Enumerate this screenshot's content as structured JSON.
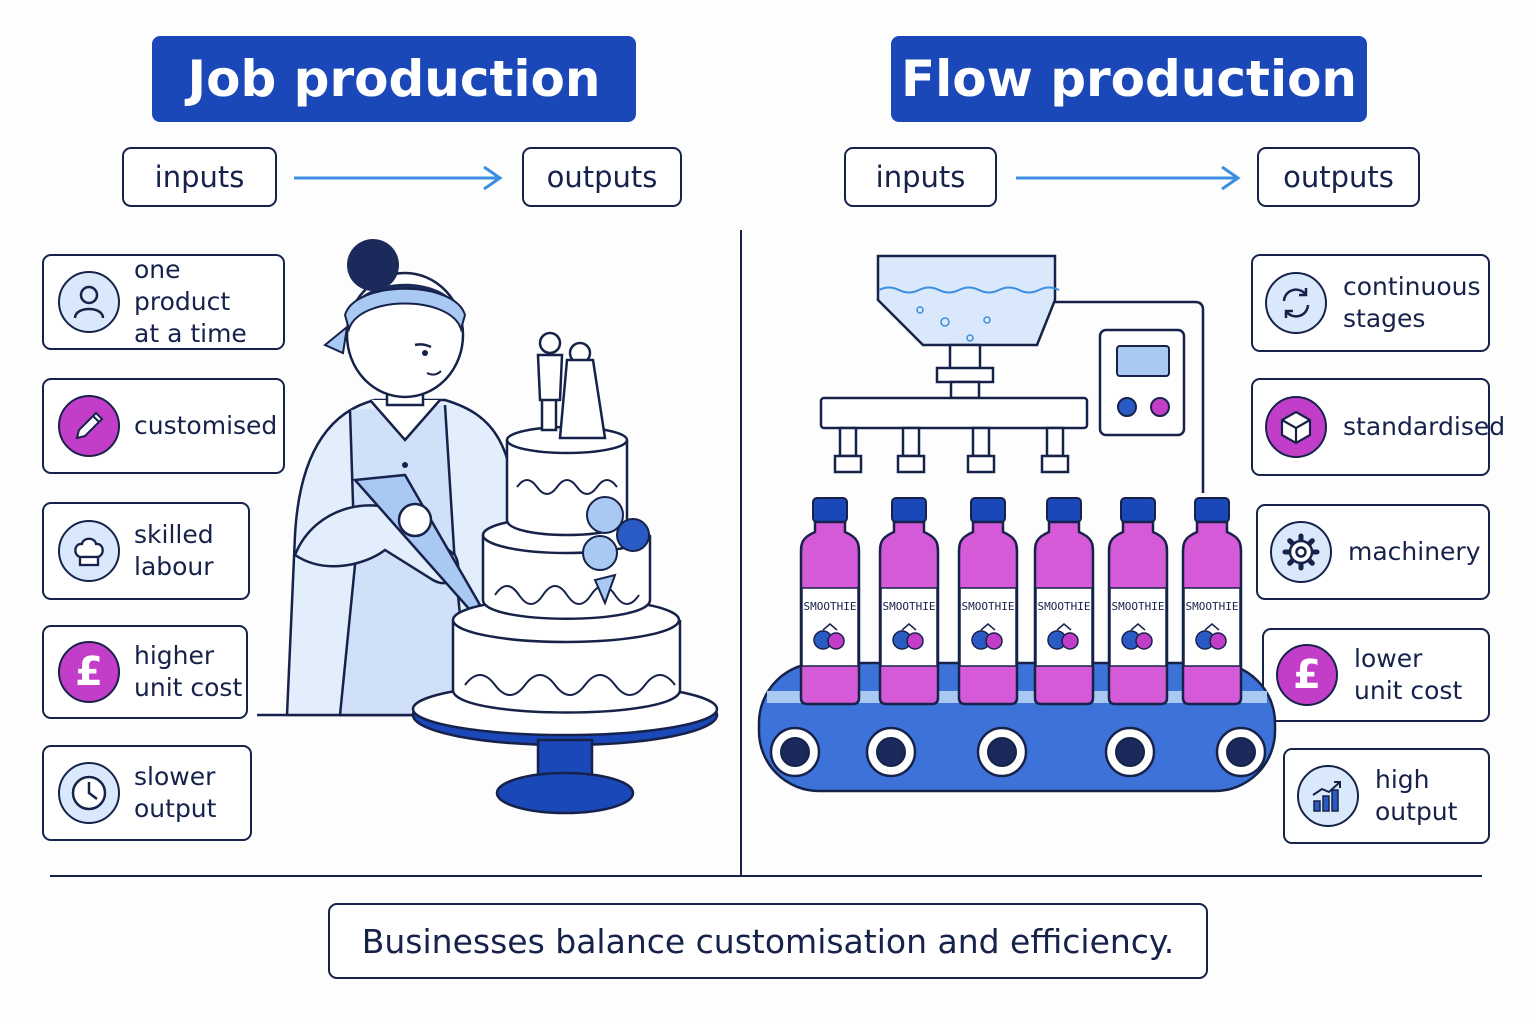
{
  "job": {
    "title": "Job production",
    "inputs": "inputs",
    "outputs": "outputs",
    "features": [
      {
        "label": "one product\nat a time",
        "icon": "person-icon"
      },
      {
        "label": "customised",
        "icon": "pencil-icon"
      },
      {
        "label": "skilled\nlabour",
        "icon": "chef-hat-icon"
      },
      {
        "label": "higher\nunit cost",
        "icon": "pound-icon"
      },
      {
        "label": "slower\noutput",
        "icon": "clock-icon"
      }
    ]
  },
  "flow": {
    "title": "Flow production",
    "inputs": "inputs",
    "outputs": "outputs",
    "bottle_label": "SMOOTHIE",
    "features": [
      {
        "label": "continuous\nstages",
        "icon": "cycle-arrows-icon"
      },
      {
        "label": "standardised",
        "icon": "cube-icon"
      },
      {
        "label": "machinery",
        "icon": "gear-icon"
      },
      {
        "label": "lower\nunit cost",
        "icon": "pound-icon"
      },
      {
        "label": "high\noutput",
        "icon": "bar-chart-icon"
      }
    ]
  },
  "footer": "Businesses balance customisation and efficiency.",
  "colors": {
    "title_bg": "#1b48b8",
    "accent_purple": "#c23dc8",
    "light_blue": "#d9e8fb",
    "line": "#16224a",
    "arrow": "#3b8ee0"
  },
  "icon_symbols": {
    "pound": "£"
  }
}
